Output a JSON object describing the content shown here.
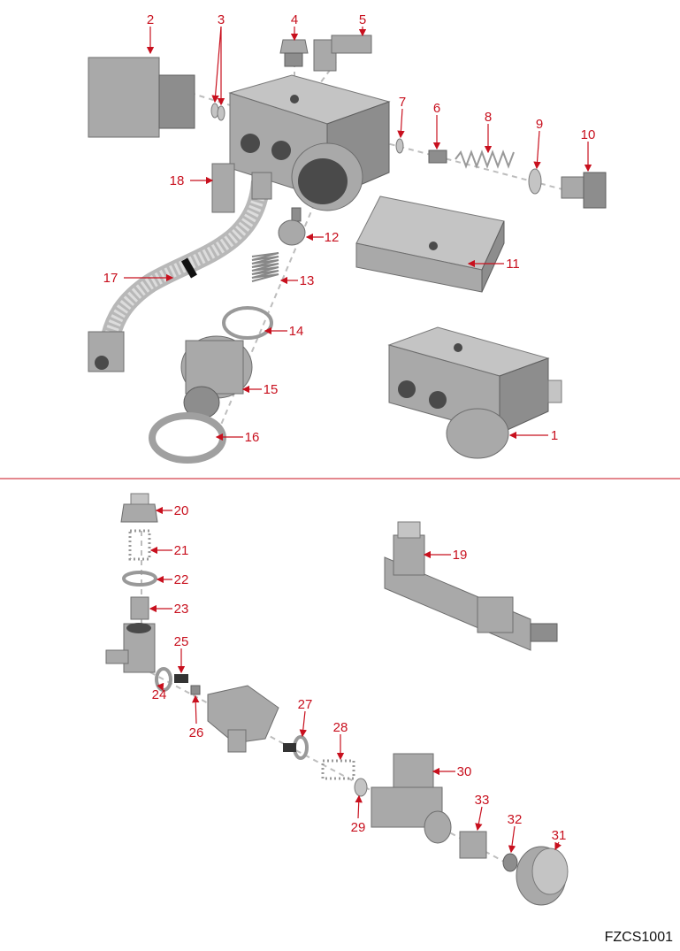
{
  "callouts": {
    "1": "1",
    "2": "2",
    "3": "3",
    "4": "4",
    "5": "5",
    "6": "6",
    "7": "7",
    "8": "8",
    "9": "9",
    "10": "10",
    "11": "11",
    "12": "12",
    "13": "13",
    "14": "14",
    "15": "15",
    "16": "16",
    "17": "17",
    "18": "18",
    "19": "19",
    "20": "20",
    "21": "21",
    "22": "22",
    "23": "23",
    "24": "24",
    "25": "25",
    "26": "26",
    "27": "27",
    "28": "28",
    "29": "29",
    "30": "30",
    "31": "31",
    "32": "32",
    "33": "33"
  },
  "drawing_code": "FZCS1001",
  "colors": {
    "callout": "#c8101e",
    "part": "#a9a9a9",
    "divider": "#c8101e"
  }
}
